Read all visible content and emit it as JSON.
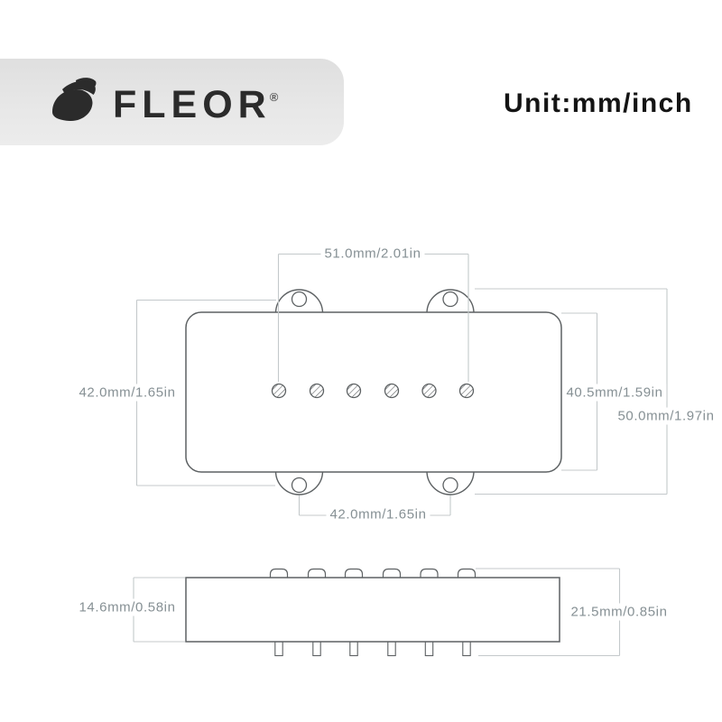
{
  "header": {
    "brand": "FLEOR",
    "registered_mark": "®",
    "unit_label": "Unit:mm/inch"
  },
  "colors": {
    "banner_bg": "#e4e4e4",
    "logo_ink": "#2b2b2b",
    "part_outline": "#5d6163",
    "dimension_line": "#c4c9cb",
    "dimension_text": "#869094"
  },
  "top_view": {
    "pole_count": 6,
    "mounting_hole_count": 4,
    "dim_pole_spacing": "51.0mm/2.01in",
    "dim_hole_spacing_vertical": "42.0mm/1.65in",
    "dim_hole_spacing_horizontal": "42.0mm/1.65in",
    "dim_cover_height": "40.5mm/1.59in",
    "dim_overall_height": "50.0mm/1.97in"
  },
  "side_view": {
    "dim_cover_thickness": "14.6mm/0.58in",
    "dim_overall_thickness": "21.5mm/0.85in"
  }
}
